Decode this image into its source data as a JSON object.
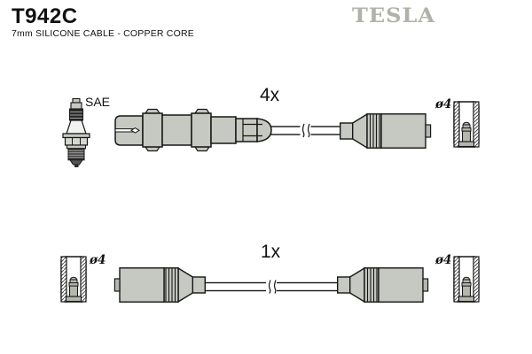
{
  "header": {
    "part_number": "T942C",
    "description": "7mm SILICONE CABLE - COPPER CORE",
    "brand": "TESLA"
  },
  "labels": {
    "spark_plug_terminal": "SAE",
    "top_quantity": "4x",
    "bottom_quantity": "1x",
    "top_right_diameter": "ø4",
    "bottom_left_diameter": "ø4",
    "bottom_right_diameter": "ø4"
  },
  "colors": {
    "part_fill": "#c6c9c1",
    "part_fill_dark": "#b4b7ae",
    "outline": "#161616",
    "brand_gray": "#aeb2a9",
    "background": "#ffffff"
  }
}
